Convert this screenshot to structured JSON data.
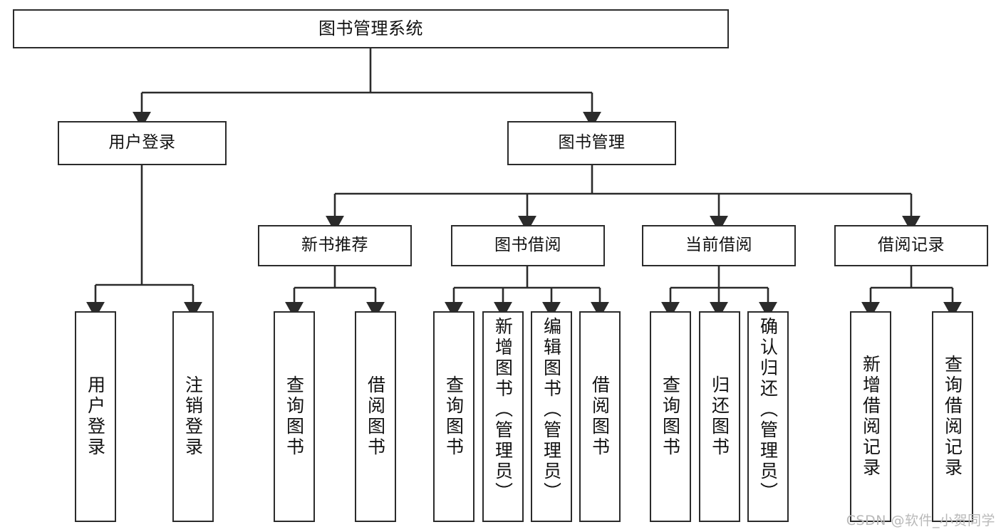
{
  "diagram": {
    "title": "图书管理系统",
    "watermark": "CSDN @软件_小贺同学",
    "stroke_color": "#2b2b2b",
    "background_color": "#ffffff",
    "text_color": "#111111",
    "watermark_color": "#b9b9b9"
  },
  "nodes": {
    "root": {
      "label": "图书管理系统"
    },
    "level1": [
      {
        "label": "用户登录"
      },
      {
        "label": "图书管理"
      }
    ],
    "level2": [
      {
        "label": "新书推荐"
      },
      {
        "label": "图书借阅"
      },
      {
        "label": "当前借阅"
      },
      {
        "label": "借阅记录"
      }
    ],
    "leaves": {
      "user_login": [
        {
          "label": "用户登录"
        },
        {
          "label": "注销登录"
        }
      ],
      "new_book_rec": [
        {
          "label": "查询图书"
        },
        {
          "label": "借阅图书"
        }
      ],
      "book_borrow": [
        {
          "label": "查询图书"
        },
        {
          "label": "新增图书（管理员）"
        },
        {
          "label": "编辑图书（管理员）"
        },
        {
          "label": "借阅图书"
        }
      ],
      "current_borrow": [
        {
          "label": "查询图书"
        },
        {
          "label": "归还图书"
        },
        {
          "label": "确认归还（管理员）"
        }
      ],
      "borrow_record": [
        {
          "label": "新增借阅记录"
        },
        {
          "label": "查询借阅记录"
        }
      ]
    }
  },
  "tree": {
    "type": "hierarchy",
    "root": "图书管理系统",
    "edges": [
      {
        "from": "图书管理系统",
        "to": "用户登录"
      },
      {
        "from": "图书管理系统",
        "to": "图书管理"
      },
      {
        "from": "用户登录",
        "to": "用户登录(叶)"
      },
      {
        "from": "用户登录",
        "to": "注销登录"
      },
      {
        "from": "图书管理",
        "to": "新书推荐"
      },
      {
        "from": "图书管理",
        "to": "图书借阅"
      },
      {
        "from": "图书管理",
        "to": "当前借阅"
      },
      {
        "from": "图书管理",
        "to": "借阅记录"
      },
      {
        "from": "新书推荐",
        "to": "查询图书"
      },
      {
        "from": "新书推荐",
        "to": "借阅图书"
      },
      {
        "from": "图书借阅",
        "to": "查询图书"
      },
      {
        "from": "图书借阅",
        "to": "新增图书（管理员）"
      },
      {
        "from": "图书借阅",
        "to": "编辑图书（管理员）"
      },
      {
        "from": "图书借阅",
        "to": "借阅图书"
      },
      {
        "from": "当前借阅",
        "to": "查询图书"
      },
      {
        "from": "当前借阅",
        "to": "归还图书"
      },
      {
        "from": "当前借阅",
        "to": "确认归还（管理员）"
      },
      {
        "from": "借阅记录",
        "to": "新增借阅记录"
      },
      {
        "from": "借阅记录",
        "to": "查询借阅记录"
      }
    ]
  }
}
